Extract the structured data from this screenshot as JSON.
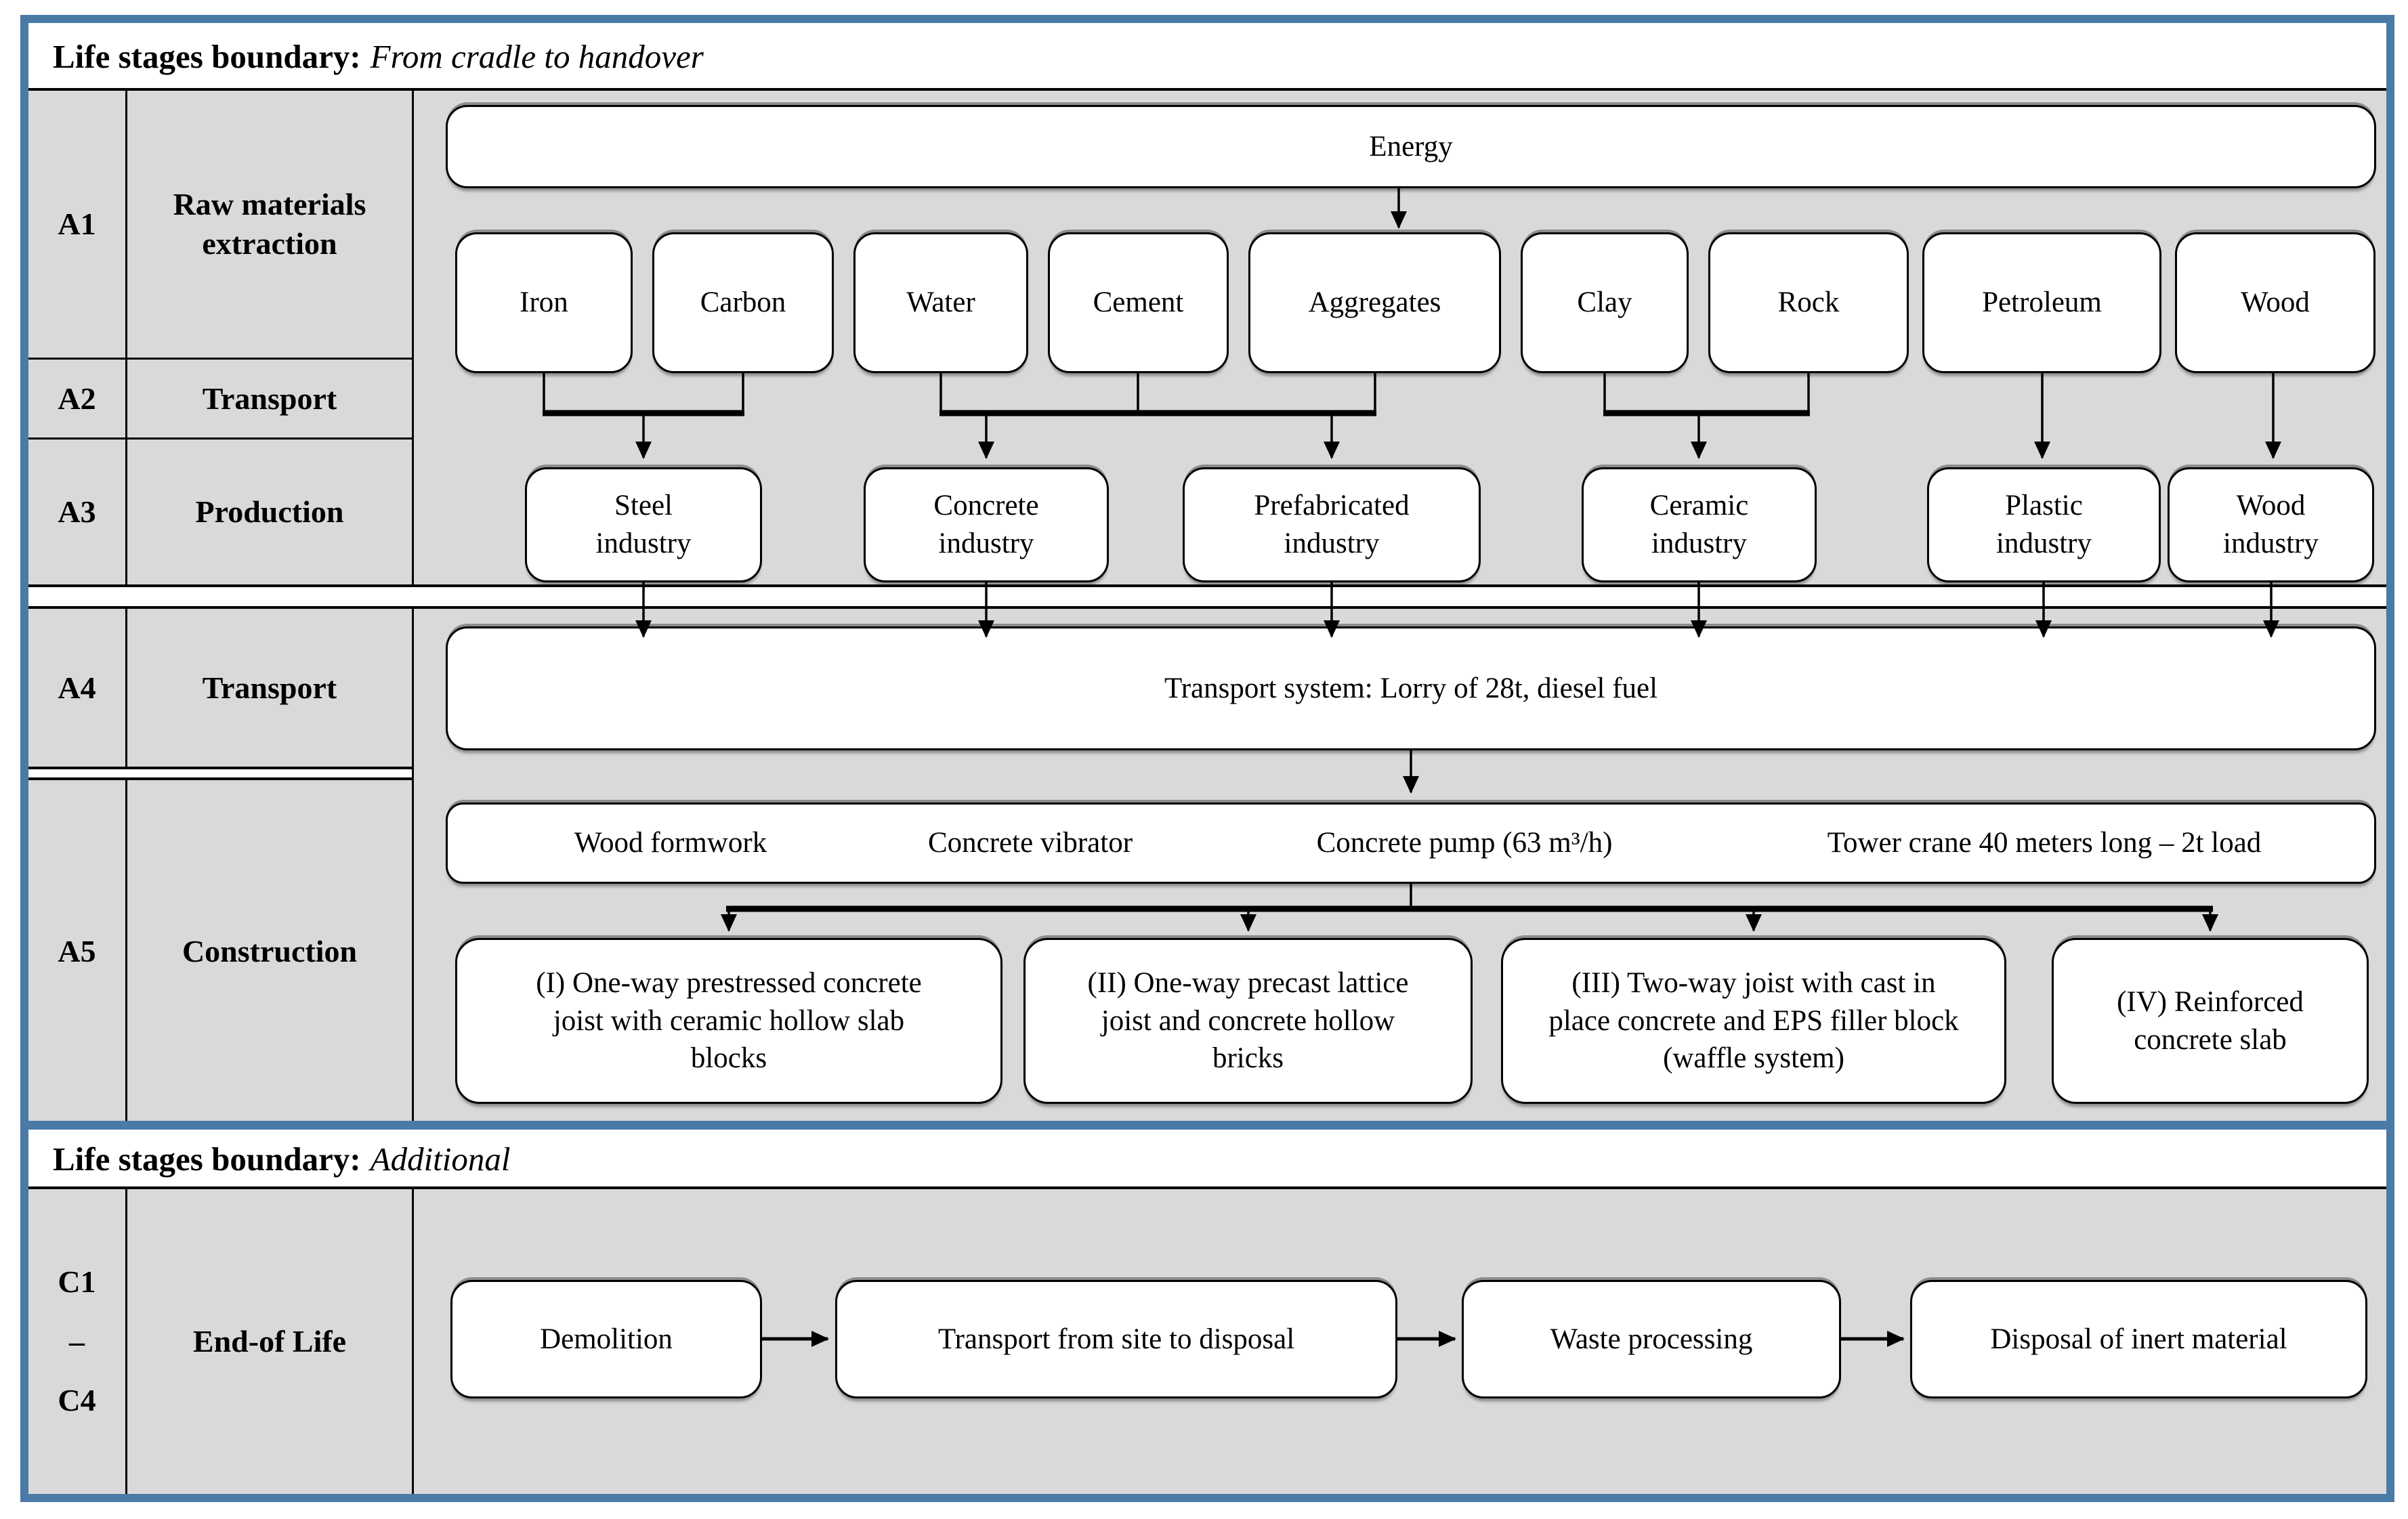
{
  "colors": {
    "frame_blue": "#4a7aa6",
    "panel_gray": "#d9d9d9",
    "box_border": "#000000",
    "box_fill": "#ffffff"
  },
  "boundary1": {
    "label": "Life stages boundary:",
    "scope": "From cradle to handover"
  },
  "boundary2": {
    "label": "Life stages boundary:",
    "scope": "Additional"
  },
  "stages": [
    {
      "code": "A1",
      "name": "Raw materials extraction"
    },
    {
      "code": "A2",
      "name": "Transport"
    },
    {
      "code": "A3",
      "name": "Production"
    },
    {
      "code": "A4",
      "name": "Transport"
    },
    {
      "code": "A5",
      "name": "Construction"
    },
    {
      "code_lines": [
        "C1",
        "–",
        "C4"
      ],
      "name": "End-of Life"
    }
  ],
  "flow": {
    "energy": "Energy",
    "materials": [
      "Iron",
      "Carbon",
      "Water",
      "Cement",
      "Aggregates",
      "Clay",
      "Rock",
      "Petroleum",
      "Wood"
    ],
    "industries": [
      "Steel industry",
      "Concrete industry",
      "Prefabricated industry",
      "Ceramic industry",
      "Plastic industry",
      "Wood industry"
    ],
    "transport_system": "Transport system: Lorry of 28t, diesel fuel",
    "equipment": [
      "Wood formwork",
      "Concrete vibrator",
      "Concrete pump (63 m³/h)",
      "Tower crane 40 meters long – 2t load"
    ],
    "systems": [
      "(I) One-way prestressed concrete joist with ceramic hollow slab blocks",
      "(II) One-way precast lattice joist and concrete hollow bricks",
      "(III) Two-way joist with cast in place concrete and EPS filler block (waffle system)",
      "(IV) Reinforced concrete slab"
    ],
    "end_of_life": [
      "Demolition",
      "Transport from site to disposal",
      "Waste processing",
      "Disposal of inert material"
    ]
  }
}
